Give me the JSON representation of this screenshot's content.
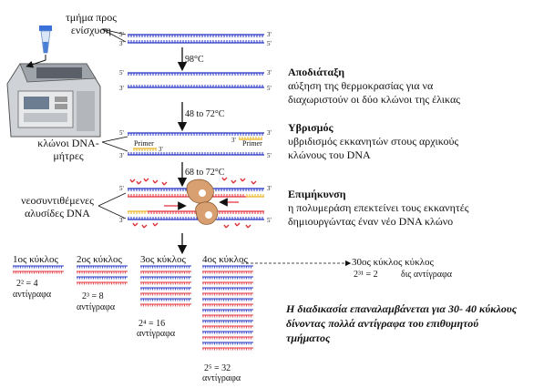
{
  "left_labels": {
    "target_segment": "τμήμα προς ενίσχυση",
    "parent_strands": "κλώνοι DNA-μήτρες",
    "new_strands": "νεοσυντιθέμενες αλυσίδες DNA"
  },
  "temperatures": {
    "t1": "98°C",
    "t2": "48 to 72°C",
    "t3": "68 to 72°C"
  },
  "primer_label": "Primer",
  "strand_ends": {
    "five": "5'",
    "three": "3'"
  },
  "steps": [
    {
      "title": "Αποδιάταξη",
      "desc1": "αύξηση της θερμοκρασίας για να",
      "desc2": "διαχωριστούν οι δύο κλώνοι της έλικας"
    },
    {
      "title": "Υβρισμός",
      "desc1": "υβριδισμός εκκανητών στους αρχικούς",
      "desc2": "κλώνους του DNA"
    },
    {
      "title": "Επιμήκυνση",
      "desc1": "η πολυμεράση επεκτείνει τους εκκανητές",
      "desc2": "δημιουργώντας έναν νέο DNA κλώνο"
    }
  ],
  "cycles": [
    {
      "label": "1ος κύκλος",
      "formula": "2² = 4",
      "copies": "αντίγραφα",
      "rows": 2
    },
    {
      "label": "2ος κύκλος",
      "formula": "2³ = 8",
      "copies": "αντίγραφα",
      "rows": 4
    },
    {
      "label": "3ος κύκλος",
      "formula": "2⁴ = 16",
      "copies": "αντίγραφα",
      "rows": 8
    },
    {
      "label": "4ος κύκλος",
      "formula": "2⁵ = 32",
      "copies": "αντίγραφα",
      "rows": 16
    }
  ],
  "cycle30": {
    "label": "30ος κύκλος κύκλος",
    "formula": "2³¹ = 2",
    "copies": "δις αντίγραφα"
  },
  "summary": {
    "line1": "Η διαδικασία επαναλαμβάνεται για 30- 40 κύκλους",
    "line2": "δίνοντας πολλά αντίγραφα του επιθυμητού",
    "line3": "τμήματος"
  },
  "colors": {
    "strand_blue": "#2433c4",
    "new_red": "#e0303a",
    "primer_yellow": "#e9b323",
    "polymerase": "#d8a070",
    "arrow": "#111111"
  }
}
